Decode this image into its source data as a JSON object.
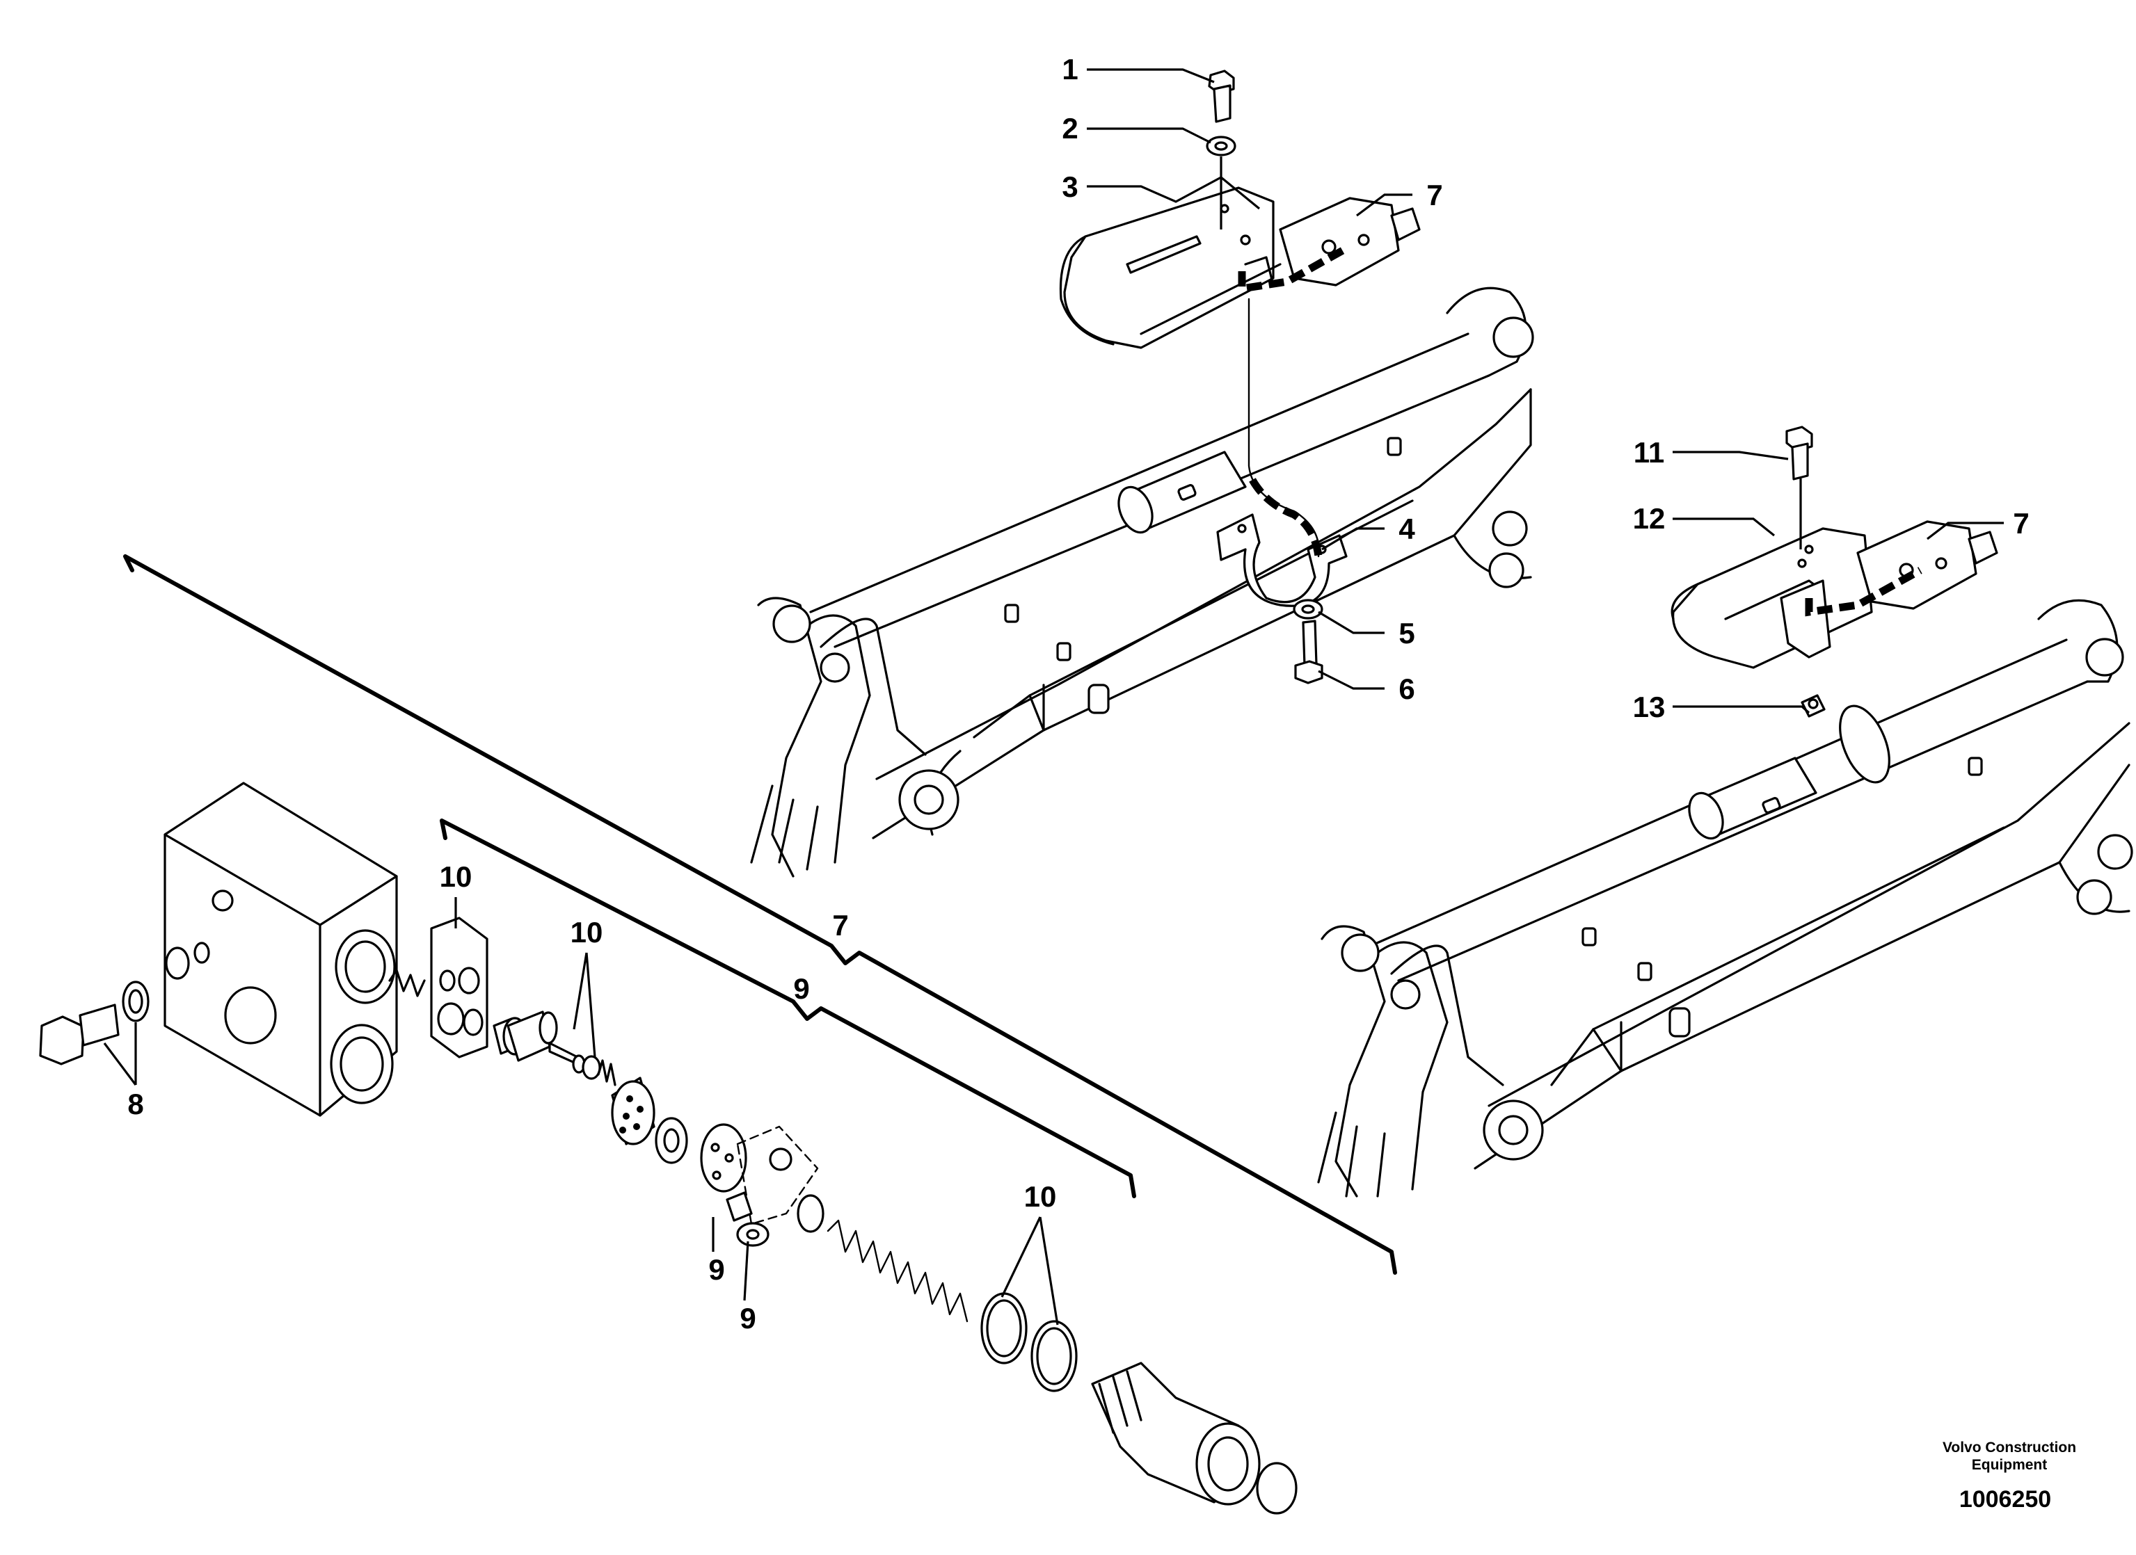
{
  "callouts": {
    "c1": "1",
    "c2": "2",
    "c3": "3",
    "c4": "4",
    "c5": "5",
    "c6": "6",
    "c7_top": "7",
    "c7_right": "7",
    "c7_bracket": "7",
    "c8": "8",
    "c9_bracket": "9",
    "c9_a": "9",
    "c9_b": "9",
    "c10_plate": "10",
    "c10_seals": "10",
    "c10_rings": "10",
    "c11": "11",
    "c12": "12",
    "c13": "13"
  },
  "footer": {
    "brand_line1": "Volvo Construction",
    "brand_line2": "Equipment",
    "document_number": "1006250"
  }
}
